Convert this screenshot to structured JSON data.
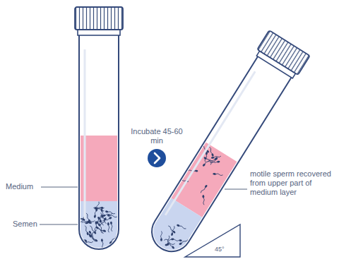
{
  "diagram": {
    "labels": [
      "Medium",
      "Semen",
      "Incubate 45-60 min",
      "motile sperm recovered from upper part of medium layer",
      "45°"
    ]
  }
}
